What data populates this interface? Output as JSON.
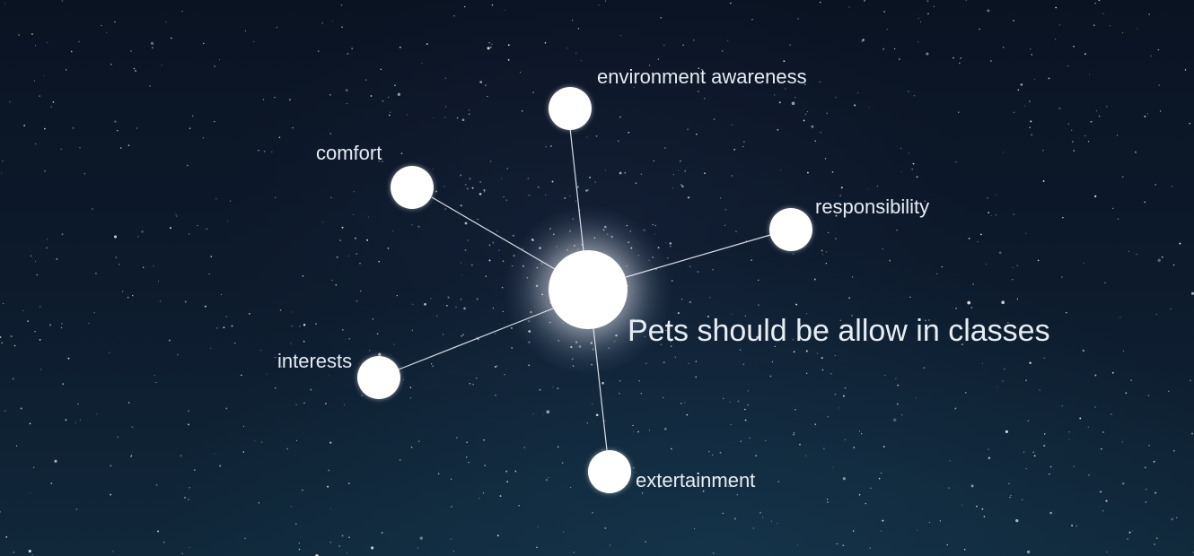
{
  "diagram": {
    "center": {
      "label": "Pets should be allow in classes",
      "children": [
        {
          "id": "environment-awareness",
          "label": "environment awareness"
        },
        {
          "id": "comfort",
          "label": "comfort"
        },
        {
          "id": "responsibility",
          "label": "responsibility"
        },
        {
          "id": "interests",
          "label": "interests"
        },
        {
          "id": "extertainment",
          "label": "extertainment"
        }
      ]
    },
    "colors": {
      "background": "#0d1b2d",
      "node": "#ffffff",
      "connector": "#d8dee8",
      "text": "#e6ecf3"
    }
  }
}
